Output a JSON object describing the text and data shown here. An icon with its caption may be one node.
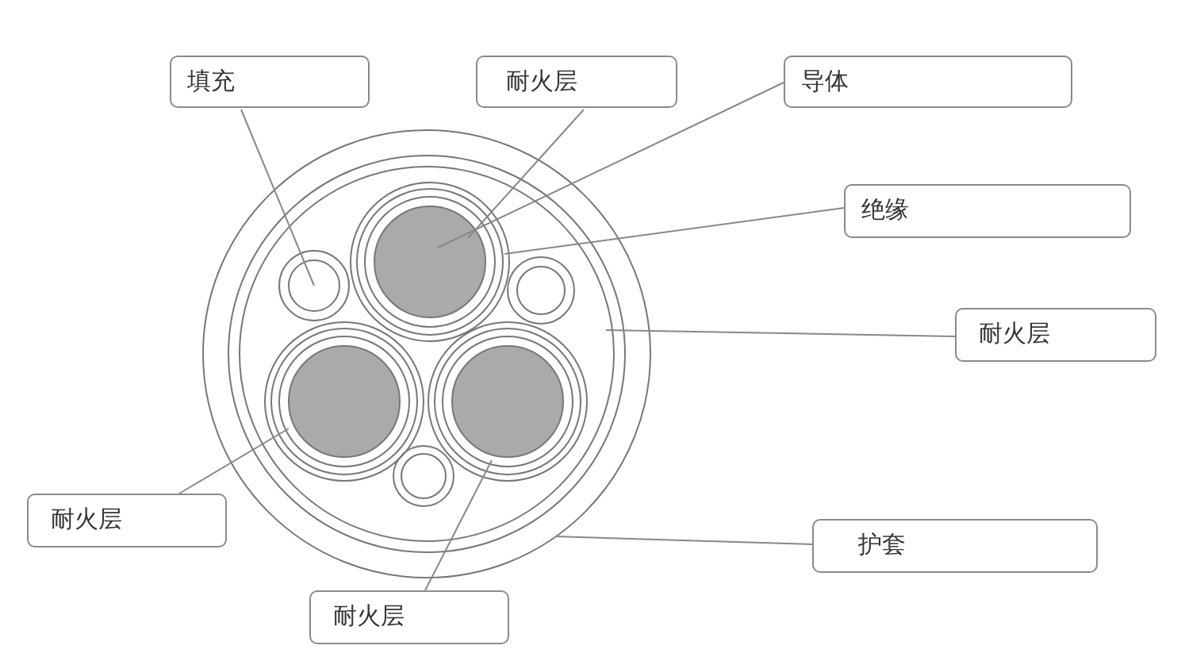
{
  "diagram": {
    "nodes": [
      {
        "text": [
          "填充"
        ]
      },
      {
        "text": [
          "耐火层"
        ]
      },
      {
        "text": [
          "导体"
        ]
      },
      {
        "text": [
          "绝缘"
        ]
      },
      {
        "text": [
          "耐火层"
        ]
      },
      {
        "text": [
          "耐火层"
        ]
      },
      {
        "text": [
          "护套"
        ]
      },
      {
        "text": [
          "耐火层"
        ]
      }
    ],
    "edges": [
      {
        "from": 0,
        "to": null,
        "arrow": "none"
      },
      {
        "from": 1,
        "to": null,
        "arrow": "none"
      },
      {
        "from": 2,
        "to": null,
        "arrow": "none"
      },
      {
        "from": 3,
        "to": null,
        "arrow": "none"
      },
      {
        "from": 4,
        "to": null,
        "arrow": "none"
      },
      {
        "from": 5,
        "to": null,
        "arrow": "none"
      },
      {
        "from": 6,
        "to": null,
        "arrow": "none"
      },
      {
        "from": 7,
        "to": null,
        "arrow": "none"
      }
    ]
  }
}
